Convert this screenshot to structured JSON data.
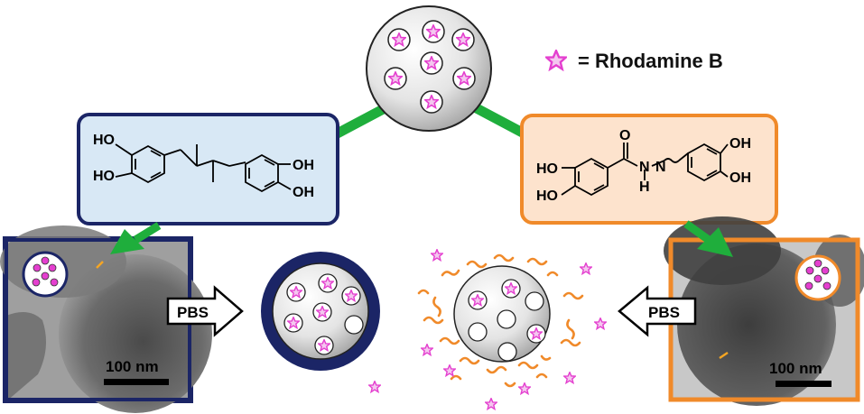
{
  "legend": {
    "label": "= Rhodamine B"
  },
  "left_molecule": {
    "labels": [
      "HO",
      "HO",
      "OH",
      "OH"
    ]
  },
  "right_molecule": {
    "labels": [
      "HO",
      "HO",
      "O",
      "N",
      "N",
      "H",
      "OH",
      "OH"
    ]
  },
  "scale_bars": {
    "left": "100 nm",
    "right": "100 nm"
  },
  "arrows": {
    "left_pbs": "PBS",
    "right_pbs": "PBS"
  },
  "colors": {
    "navy": "#1b2566",
    "orange": "#f08a2a",
    "green": "#1fae3c",
    "magenta": "#e43fcf",
    "left_box_fill": "#d8e8f5",
    "right_box_fill": "#fde3cd"
  }
}
